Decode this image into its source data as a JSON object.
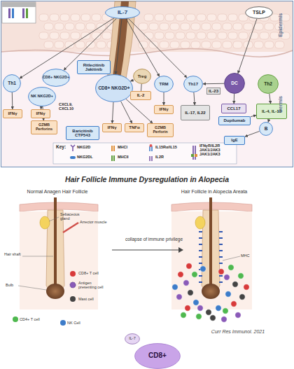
{
  "diagram": {
    "title": "Hair Follicle Immune Dysregulation in Alopecia",
    "nodes": [
      {
        "text": [
          "IL-7"
        ]
      },
      {
        "text": [
          "TSLP"
        ]
      },
      {
        "text": [
          "Th1"
        ]
      },
      {
        "text": [
          "CD8+ NKG2D+"
        ]
      },
      {
        "text": [
          "NK NKG2D+"
        ]
      },
      {
        "text": [
          "Ritlecitinib Jakitinib"
        ]
      },
      {
        "text": [
          "Treg"
        ]
      },
      {
        "text": [
          "CD8+ NKG2D+"
        ]
      },
      {
        "text": [
          "TRM"
        ]
      },
      {
        "text": [
          "Th17"
        ]
      },
      {
        "text": [
          "DC"
        ]
      },
      {
        "text": [
          "Th2"
        ]
      },
      {
        "text": [
          "IFNγ"
        ]
      },
      {
        "text": [
          "IFNγ"
        ]
      },
      {
        "text": [
          "GZMB Perforins"
        ]
      },
      {
        "text": [
          "IL-2"
        ]
      },
      {
        "text": [
          "IFNγ"
        ]
      },
      {
        "text": [
          "IL-17, IL22"
        ]
      },
      {
        "text": [
          "CCL17"
        ]
      },
      {
        "text": [
          "IL-4, IL-13"
        ]
      },
      {
        "text": [
          "Dupilumab"
        ]
      },
      {
        "text": [
          "B"
        ]
      },
      {
        "text": [
          "Baricitinib CTP543"
        ]
      },
      {
        "text": [
          "IFNγ"
        ]
      },
      {
        "text": [
          "TNFα"
        ]
      },
      {
        "text": [
          "GZMB Perforin"
        ]
      },
      {
        "text": [
          "IgE"
        ]
      },
      {
        "text": [
          "IL-7"
        ]
      },
      {
        "text": [
          "CD8+"
        ]
      }
    ],
    "edges": [
      {
        "from": 0,
        "to": 2,
        "arrow": "to"
      },
      {
        "from": 0,
        "to": 3,
        "arrow": "to"
      },
      {
        "from": 0,
        "to": 7,
        "arrow": "to"
      },
      {
        "from": 0,
        "to": 8,
        "arrow": "to"
      },
      {
        "from": 0,
        "to": 9,
        "arrow": "to"
      },
      {
        "from": 1,
        "to": 10,
        "arrow": "to"
      },
      {
        "from": 2,
        "to": 12,
        "arrow": "to"
      },
      {
        "from": 4,
        "to": 13,
        "arrow": "to"
      },
      {
        "from": 4,
        "to": 14,
        "arrow": "to"
      },
      {
        "from": 6,
        "to": 15,
        "arrow": "none"
      },
      {
        "from": 6,
        "to": 7,
        "arrow": "to"
      },
      {
        "from": 7,
        "to": 23,
        "arrow": "to"
      },
      {
        "from": 7,
        "to": 24,
        "arrow": "to"
      },
      {
        "from": 7,
        "to": 25,
        "arrow": "to"
      },
      {
        "from": 8,
        "to": 16,
        "arrow": "to"
      },
      {
        "from": 9,
        "to": 17,
        "arrow": "to"
      },
      {
        "from": 10,
        "to": 9,
        "label": "IL-23",
        "arrow": "to"
      },
      {
        "from": 10,
        "to": 18,
        "arrow": "to"
      },
      {
        "from": 11,
        "to": 19,
        "arrow": "to"
      },
      {
        "from": 19,
        "to": 21,
        "arrow": "to"
      },
      {
        "from": 21,
        "to": 26,
        "arrow": "to"
      },
      {
        "from": 20,
        "to": 19,
        "arrow": "to"
      }
    ],
    "labels": [
      "Epidermis",
      "Dermis",
      "CXCL9, CXCL10",
      "Key:",
      "Normal Anagen Hair Follicle",
      "Hair Follicle in Alopecia Areata",
      "Sebaceous gland",
      "Arrector muscle",
      "collapse of immune privilege",
      "MHC",
      "Hair shaft",
      "Bulb",
      "CD8+ T cell",
      "Antigen presenting cell",
      "Mast cell",
      "CD4+ T cell",
      "NK Cell",
      "Curr Res Immunol. 2021"
    ],
    "legend": [
      {
        "text": "NKG2D"
      },
      {
        "text": "NKG2DL"
      },
      {
        "text": "MHCI"
      },
      {
        "text": "MHCII"
      },
      {
        "text": "IL15Rα/IL15"
      },
      {
        "text": "IL2R"
      },
      {
        "text": "IFNγR/IL2R JAK1/JAK3 JAK1/JAK3"
      }
    ]
  }
}
